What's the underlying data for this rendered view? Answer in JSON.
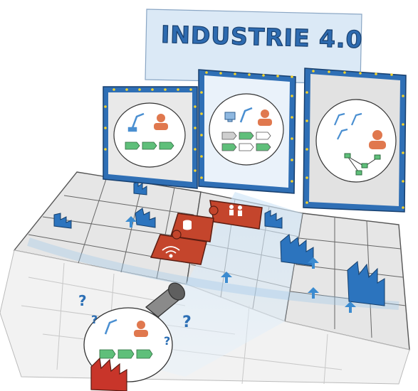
{
  "banner": {
    "title": "INDUSTRIE 4.0"
  },
  "colors": {
    "banner_bg": "#dbe9f6",
    "frame_blue": "#2f6fb5",
    "rivet_yellow": "#f5d32a",
    "puzzle_grey": "#e4e4e4",
    "puzzle_highlight": "#cfe4f5",
    "puzzle_red": "#c4452c",
    "factory_blue": "#2c74be",
    "factory_red": "#c8352a",
    "arrow_green": "#5fbf7a",
    "person_orange": "#e0784e"
  },
  "panels": [
    {
      "name": "panel-left",
      "icons": [
        "robot-arm-icon",
        "worker-icon",
        "process-arrows-icon"
      ]
    },
    {
      "name": "panel-middle",
      "icons": [
        "computer-icon",
        "robot-arm-icon",
        "worker-icon",
        "process-arrows-icon"
      ]
    },
    {
      "name": "panel-right",
      "icons": [
        "wireless-robot-icon",
        "worker-headset-icon",
        "network-icon"
      ]
    }
  ],
  "question_marks": [
    "?",
    "?",
    "?",
    "?"
  ]
}
